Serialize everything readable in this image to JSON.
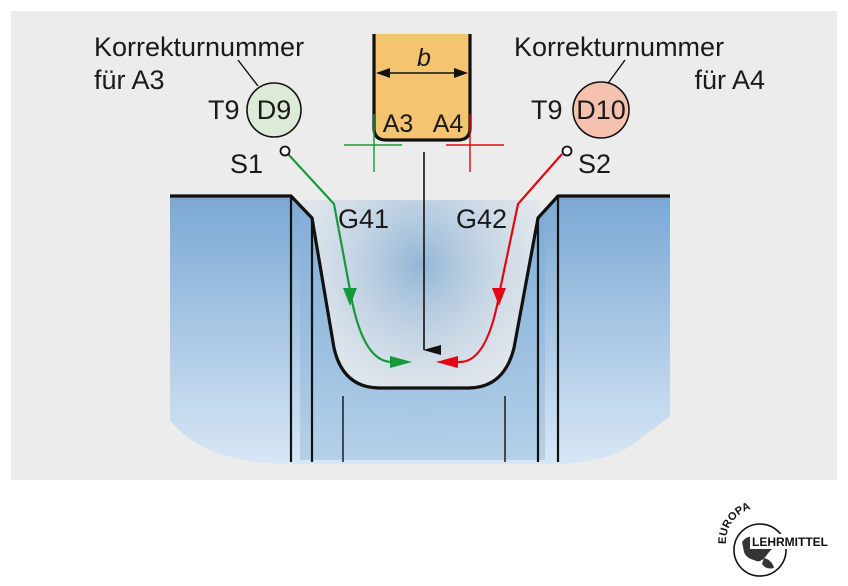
{
  "labels": {
    "korrektur_left_line1": "Korrekturnummer",
    "korrektur_left_line2": "für A3",
    "korrektur_right_line1": "Korrekturnummer",
    "korrektur_right_line2": "für A4",
    "tool_left": "T9",
    "tool_right": "T9",
    "d_left": "D9",
    "d_right": "D10",
    "start_left": "S1",
    "start_right": "S2",
    "g_left": "G41",
    "g_right": "G42",
    "width": "b",
    "edge_left": "A3",
    "edge_right": "A4"
  },
  "logo": {
    "top": "EUROPA",
    "bottom": "LEHRMITTEL"
  },
  "colors": {
    "panel": "#ececec",
    "tool_fill": "#f5c470",
    "circle_left": "#dcebd7",
    "circle_right": "#f5c2b0",
    "path_left": "#149a3a",
    "path_right": "#e30613",
    "workpiece_light": "#d6e6f5",
    "workpiece_dark": "#6d9fcc"
  }
}
